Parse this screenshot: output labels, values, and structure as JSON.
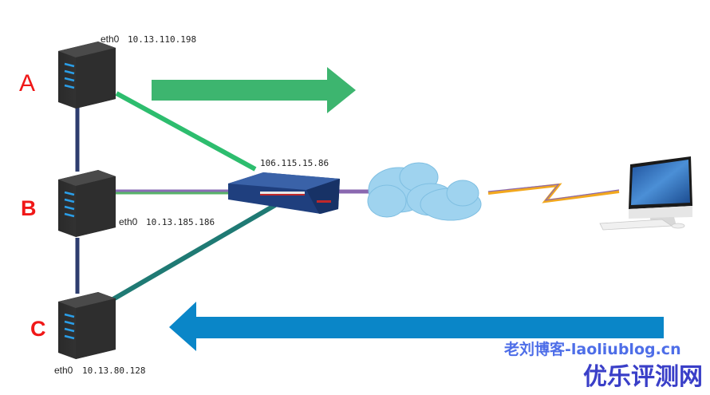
{
  "nodes": {
    "a": {
      "letter": "A",
      "iface": "eth0",
      "ip": "10.13.110.198"
    },
    "b": {
      "letter": "B",
      "iface": "eth0",
      "ip": "10.13.185.186"
    },
    "c": {
      "letter": "C",
      "iface": "eth0",
      "ip": "10.13.80.128"
    },
    "router": {
      "ip": "106.115.15.86"
    }
  },
  "colors": {
    "label_red": "#f01818",
    "arrow_out": "#3db56f",
    "arrow_in": "#0a86c8",
    "link_a": "#2dbd6e",
    "link_c": "#1f7a74",
    "backbone": "#2d3d6e",
    "router": "#23478a"
  },
  "watermark": {
    "text1": "老刘博客-laoliublog.cn",
    "text2": "优乐评测网"
  }
}
